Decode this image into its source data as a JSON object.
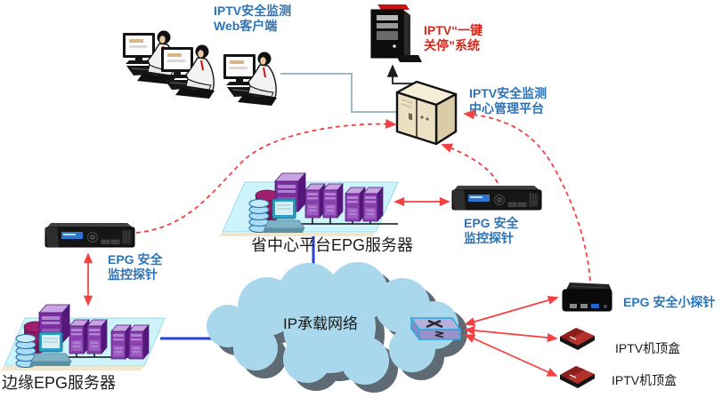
{
  "diagram": {
    "background": "#FFFFFF",
    "colors": {
      "label_blue": "#2E74B5",
      "label_red": "#D42A1E",
      "label_black": "#1A1A1A",
      "line_red": "#F34040",
      "line_blue": "#2543D8",
      "line_gray": "#9FB9C6",
      "cloud_fill": "#A9D8EC",
      "platform_fill": "#CDF3FB",
      "server_purple": "#8A3FAE"
    },
    "nodes": {
      "web_clients": {
        "line1": "IPTV安全监测",
        "line2": "Web客户端"
      },
      "shutdown_system": {
        "line1": "IPTV“一键",
        "line2": "关停”系统"
      },
      "central_platform": {
        "line1": "IPTV安全监测",
        "line2": "中心管理平台"
      },
      "province_epg": {
        "label": "省中心平台EPG服务器"
      },
      "probe_right": {
        "line1": "EPG 安全",
        "line2": "监控探针"
      },
      "probe_left": {
        "line1": "EPG 安全",
        "line2": "监控探针"
      },
      "edge_epg": {
        "label": "边缘EPG服务器"
      },
      "ip_network": {
        "label": "IP承载网络"
      },
      "mini_probe": {
        "label": "EPG 安全小探针"
      },
      "stb_top": {
        "label": "IPTV机顶盒"
      },
      "stb_bottom": {
        "label": "IPTV机顶盒"
      }
    },
    "connections": [
      {
        "from": "web_clients",
        "to": "central_platform",
        "style": "gray-line"
      },
      {
        "from": "central_platform",
        "to": "shutdown_system",
        "style": "black-arrow"
      },
      {
        "from": "probe_left",
        "to": "central_platform",
        "style": "red-dashed-arrow"
      },
      {
        "from": "probe_right",
        "to": "central_platform",
        "style": "red-dashed-arrow"
      },
      {
        "from": "mini_probe",
        "to": "central_platform",
        "style": "red-dashed-arrow"
      },
      {
        "from": "province_epg",
        "to": "probe_right",
        "style": "red-double-arrow"
      },
      {
        "from": "probe_left",
        "to": "edge_epg",
        "style": "red-double-arrow"
      },
      {
        "from": "province_epg",
        "to": "ip_network",
        "style": "blue-line"
      },
      {
        "from": "edge_epg",
        "to": "ip_network",
        "style": "blue-line"
      },
      {
        "from": "switch",
        "to": "mini_probe",
        "style": "red-double-arrow"
      },
      {
        "from": "switch",
        "to": "stb_top",
        "style": "red-double-arrow"
      },
      {
        "from": "switch",
        "to": "stb_bottom",
        "style": "red-double-arrow"
      }
    ]
  }
}
